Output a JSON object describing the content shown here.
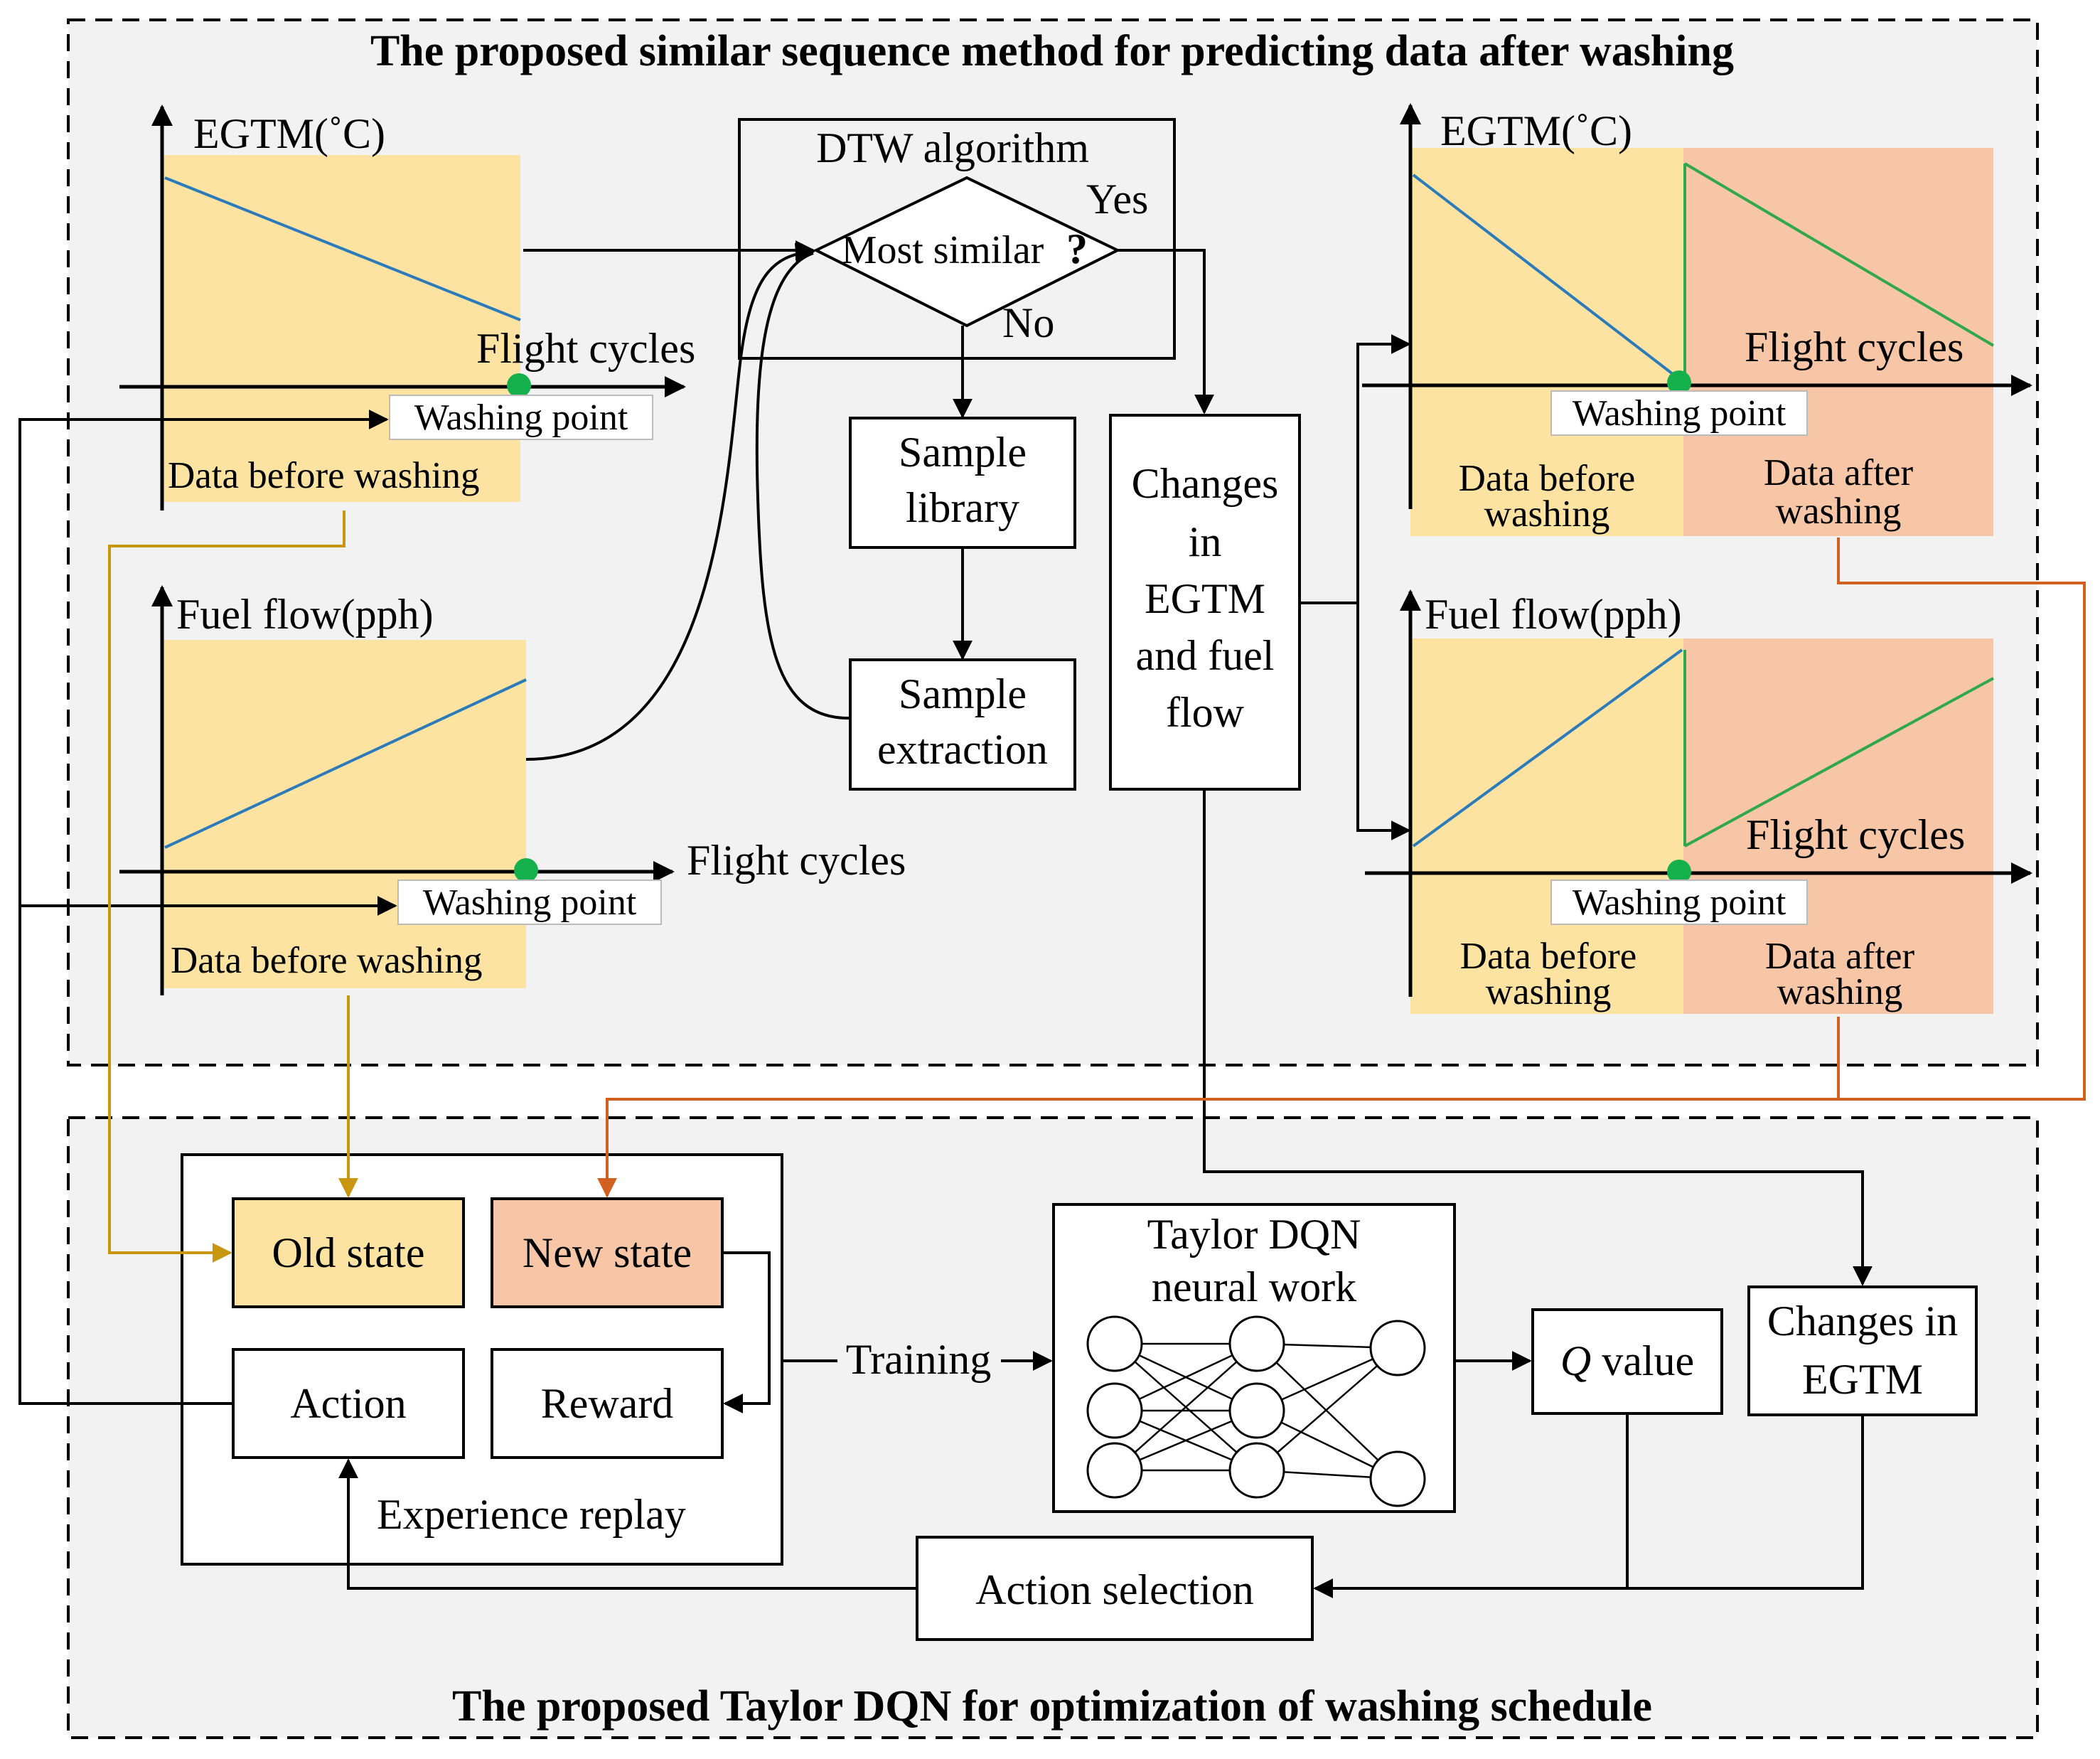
{
  "top_section": {
    "title": "The proposed similar sequence method for predicting data after washing",
    "egtm_panel": {
      "y_label": "EGTM(˚C)",
      "x_label": "Flight cycles",
      "washing_point": "Washing point",
      "caption": "Data before washing"
    },
    "fuel_panel": {
      "y_label": "Fuel flow(pph)",
      "x_label": "Flight cycles",
      "washing_point": "Washing point",
      "caption": "Data before washing"
    },
    "dtw": {
      "title": "DTW algorithm",
      "decision": "Most similar",
      "decision_mark": "?",
      "yes": "Yes",
      "no": "No"
    },
    "sample_library": {
      "line1": "Sample",
      "line2": "library"
    },
    "sample_extraction": {
      "line1": "Sample",
      "line2": "extraction"
    },
    "changes_box": {
      "line1": "Changes",
      "line2": "in",
      "line3": "EGTM",
      "line4": "and fuel",
      "line5": "flow"
    },
    "egtm_pred_panel": {
      "y_label": "EGTM(˚C)",
      "x_label": "Flight cycles",
      "washing_point": "Washing point",
      "before_1": "Data before",
      "before_2": "washing",
      "after_1": "Data after",
      "after_2": "washing"
    },
    "fuel_pred_panel": {
      "y_label": "Fuel flow(pph)",
      "x_label": "Flight cycles",
      "washing_point": "Washing point",
      "before_1": "Data before",
      "before_2": "washing",
      "after_1": "Data after",
      "after_2": "washing"
    }
  },
  "bottom_section": {
    "title": "The proposed Taylor DQN for optimization of washing schedule",
    "old_state": "Old state",
    "new_state": "New state",
    "action": "Action",
    "reward": "Reward",
    "experience_replay": "Experience replay",
    "training": "Training",
    "dqn_title_1": "Taylor DQN",
    "dqn_title_2": "neural work",
    "q_symbol": "Q",
    "q_value": " value",
    "changes_egtm_1": "Changes in",
    "changes_egtm_2": "EGTM",
    "action_selection": "Action selection"
  },
  "colors": {
    "before_fill": "#fde3a1",
    "after_fill": "#f7c6a6",
    "section_bg": "#f2f2f2",
    "blue_line": "#2b7bbb",
    "green_line": "#2ea84a",
    "green_dot": "#14b04b",
    "gold_arrow": "#c8960f",
    "orange_arrow": "#d2601f"
  }
}
